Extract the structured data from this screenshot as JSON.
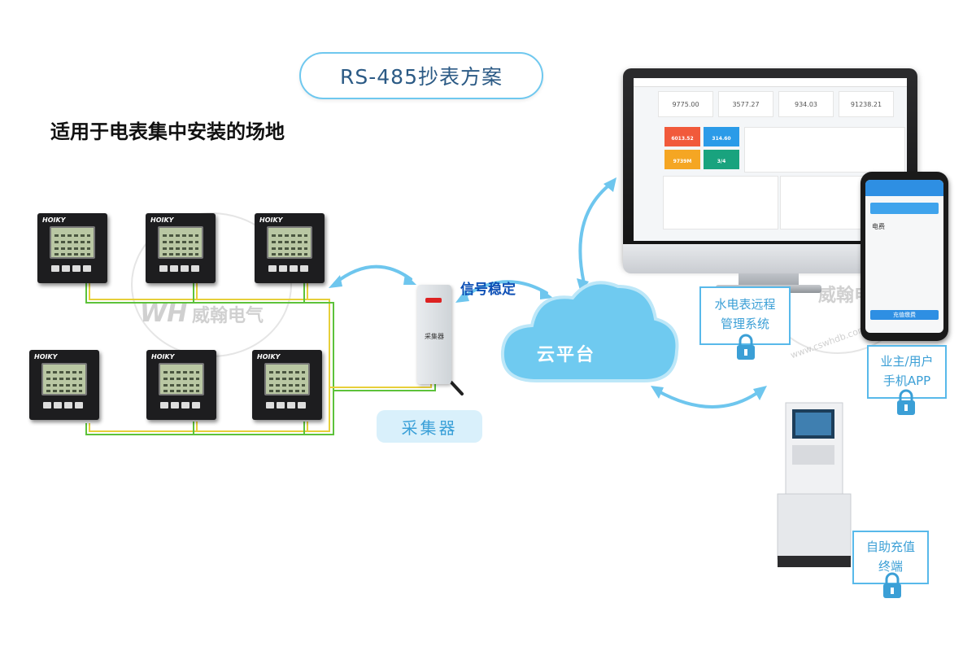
{
  "title": "RS-485抄表方案",
  "subtitle": "适用于电表集中安装的场地",
  "meters": {
    "brand": "HOIKY",
    "count": 6
  },
  "collector": {
    "device_text": "采集器",
    "label": "采集器"
  },
  "signal_text": "信号稳定",
  "cloud_text": "云平台",
  "dashboard": {
    "stats": [
      "9775.00",
      "3577.27",
      "934.03",
      "91238.21"
    ],
    "tiles": [
      {
        "value": "6013.52",
        "color": "#f15a3b"
      },
      {
        "value": "314.60",
        "color": "#2b9be8"
      },
      {
        "value": "9739M",
        "color": "#f5a623"
      },
      {
        "value": "3/4",
        "color": "#19a37e"
      }
    ]
  },
  "phone": {
    "header": "电费",
    "pay_button": "充值缴费"
  },
  "boxes": {
    "remote": {
      "line1": "水电表远程",
      "line2": "管理系统"
    },
    "app": {
      "line1": "业主/用户",
      "line2": "手机APP"
    },
    "kiosk": {
      "line1": "自助充值",
      "line2": "终端"
    }
  },
  "watermark": {
    "logo": "WH",
    "name": "威翰电气",
    "url": "www.cswhdb.com"
  },
  "colors": {
    "accent": "#58b9ea",
    "arrow": "#6ec6ee",
    "wire_yellow": "#e7cf3a",
    "wire_green": "#5dc23a",
    "cloud": "#6fcaf0"
  }
}
